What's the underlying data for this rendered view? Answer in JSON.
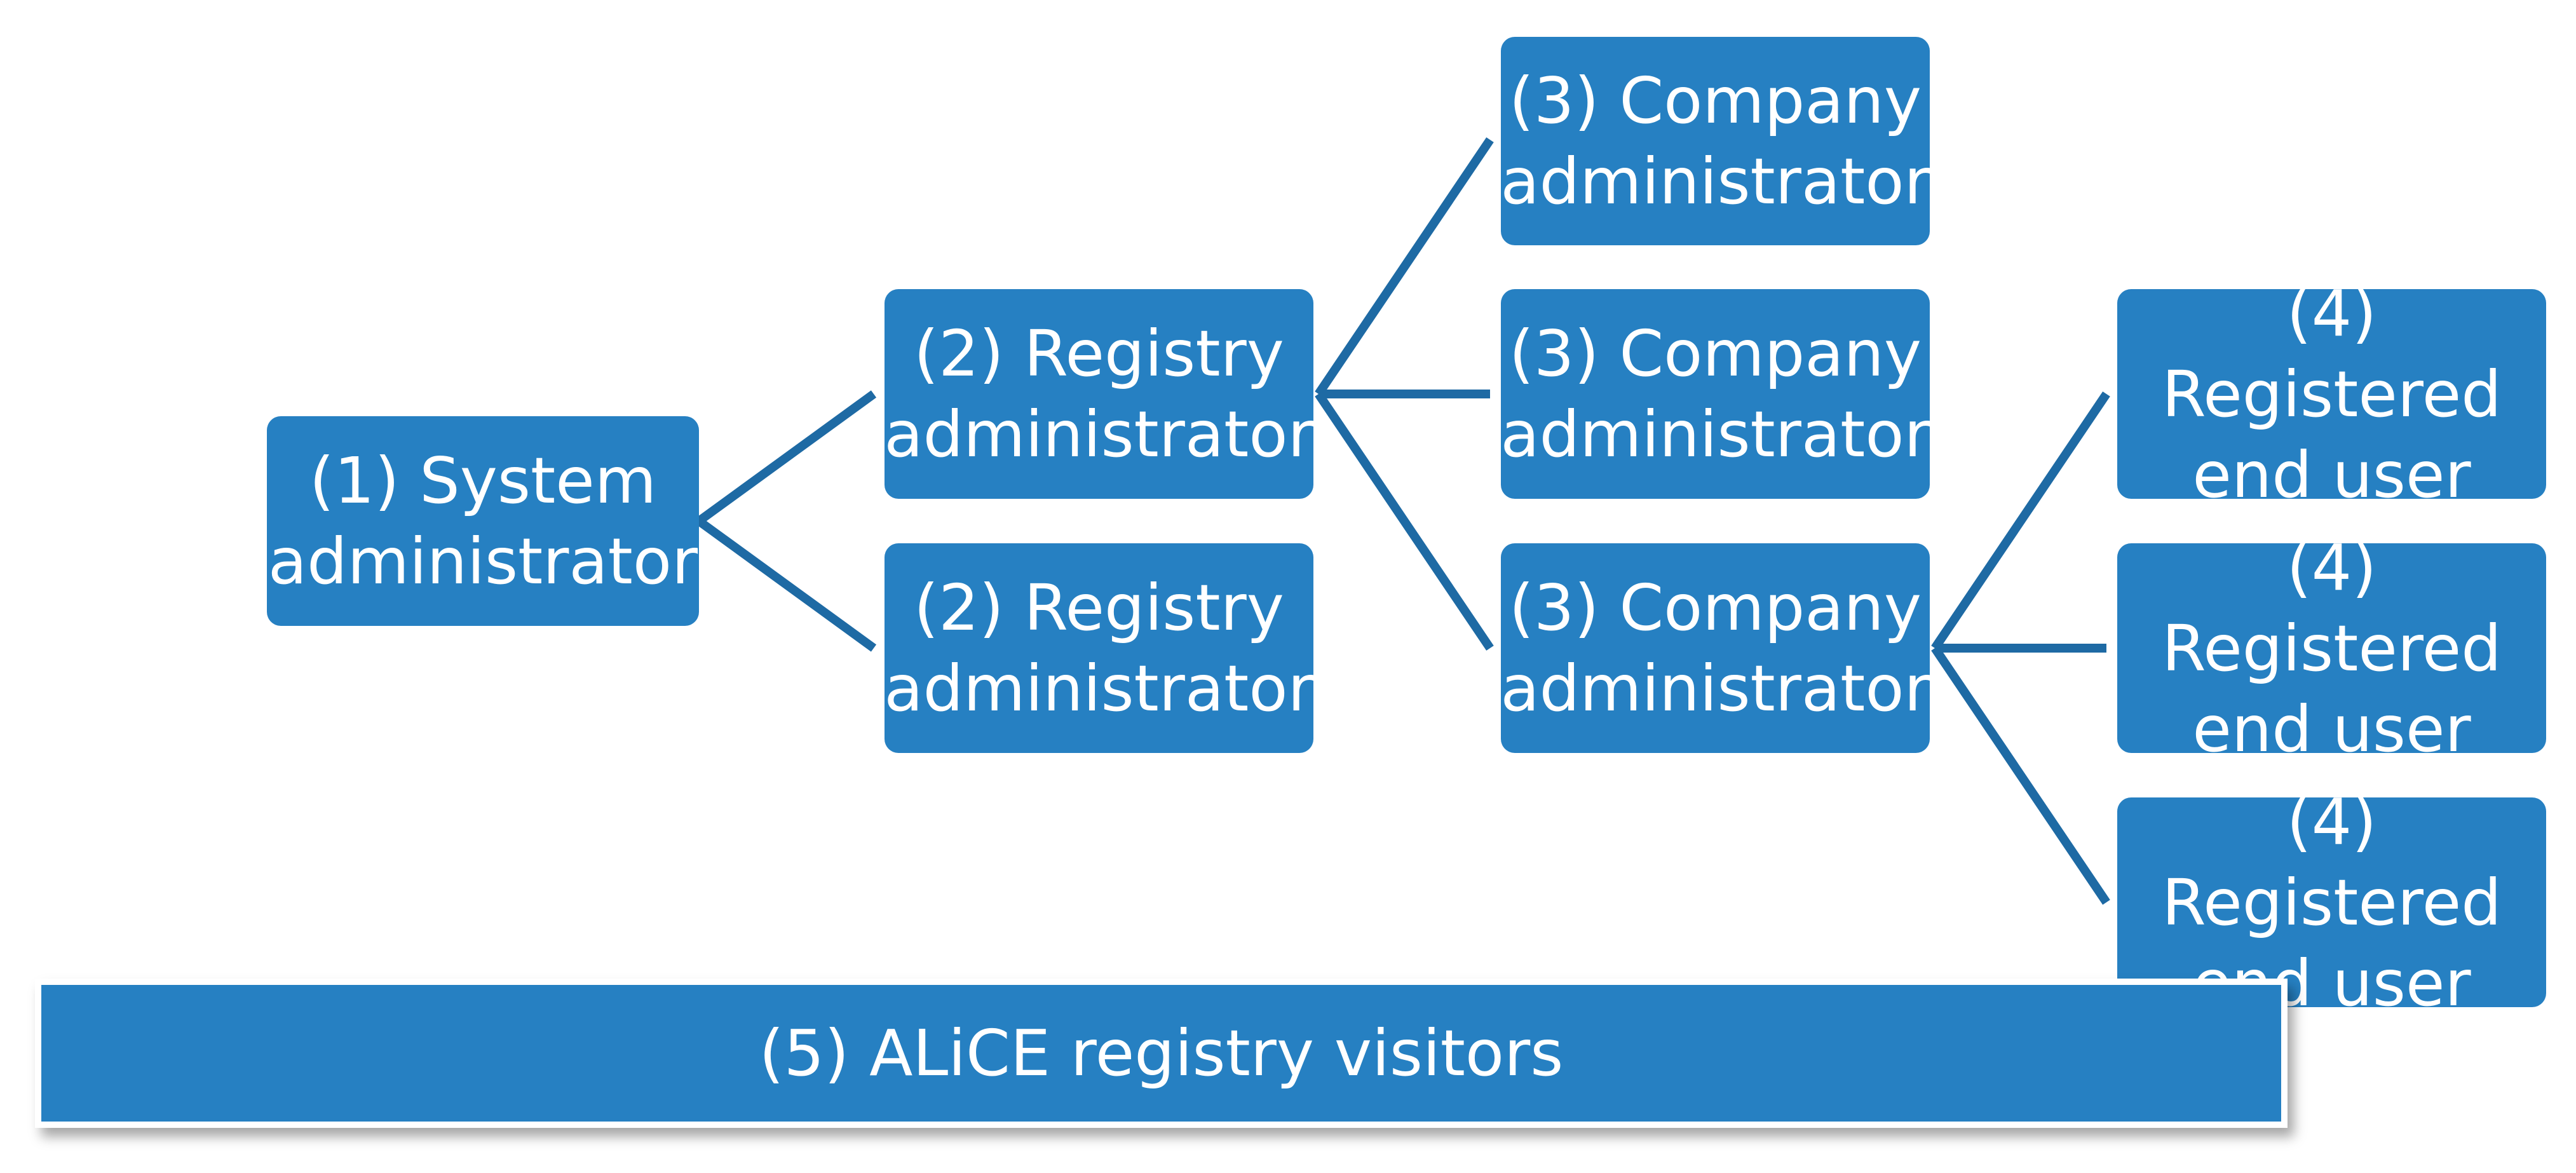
{
  "colors": {
    "node_fill": "#2680c2",
    "connector": "#1e6aa4",
    "text": "#ffffff"
  },
  "nodes": {
    "system_admin": "(1) System\nadministrator",
    "registry_admin_1": "(2) Registry\nadministrator",
    "registry_admin_2": "(2) Registry\nadministrator",
    "company_admin_1": "(3) Company\nadministrator",
    "company_admin_2": "(3) Company\nadministrator",
    "company_admin_3": "(3) Company\nadministrator",
    "end_user_1": "(4) Registered\nend user",
    "end_user_2": "(4) Registered\nend user",
    "end_user_3": "(4) Registered\nend user"
  },
  "banner": {
    "label": "(5) ALiCE registry visitors"
  }
}
